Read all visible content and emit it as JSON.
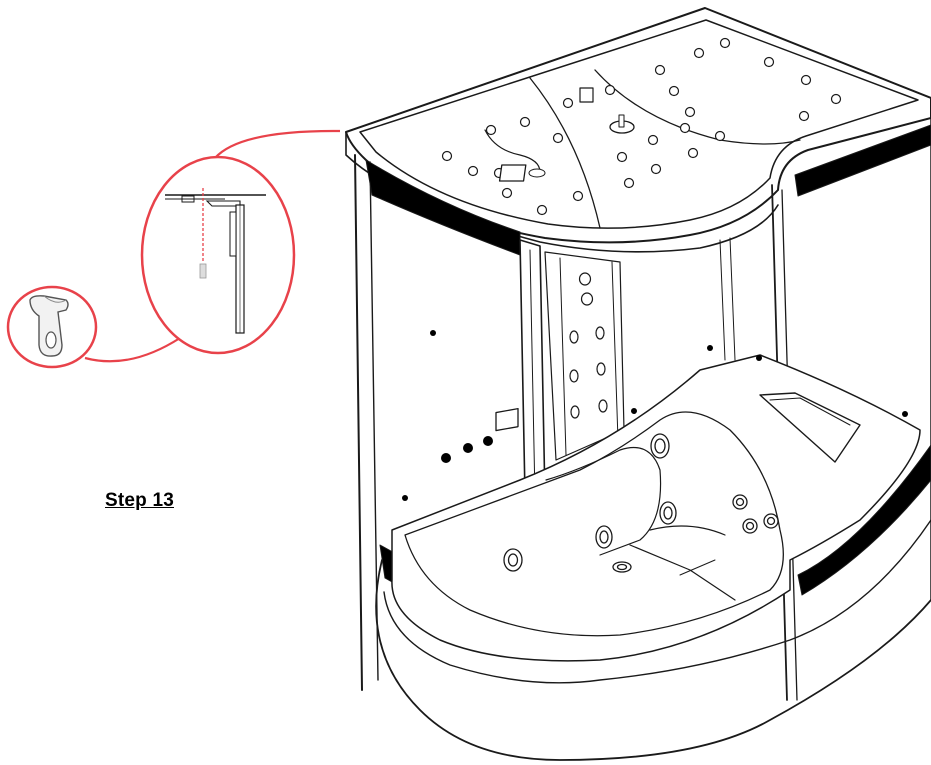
{
  "step": {
    "label": "Step 13"
  },
  "colors": {
    "callout": "#e8424a",
    "line": "#1a1a1a",
    "guide": "#e8424a",
    "fill": "#000000"
  },
  "parts": {
    "detail_callout": "bracket-detail",
    "small_callout": "bracket-part",
    "unit": "shower-cabin-with-whirlpool-tub"
  }
}
